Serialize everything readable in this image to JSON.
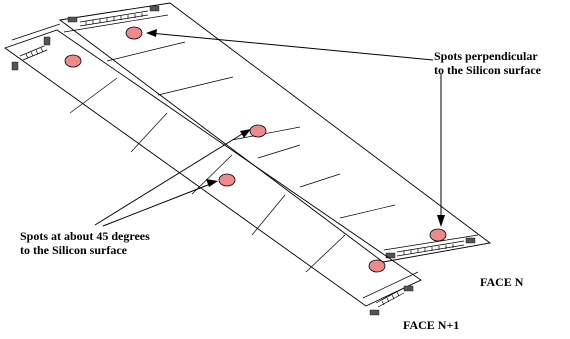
{
  "labels": {
    "perpendicular_line1": "Spots perpendicular",
    "perpendicular_line2": "to the Silicon surface",
    "angled_line1": "Spots at about 45 degrees",
    "angled_line2": "to the Silicon surface",
    "face_n": "FACE N",
    "face_n1": "FACE N+1"
  },
  "colors": {
    "spot_fill": "#ef8a8c",
    "pad_fill": "#555555",
    "line": "#000000"
  }
}
